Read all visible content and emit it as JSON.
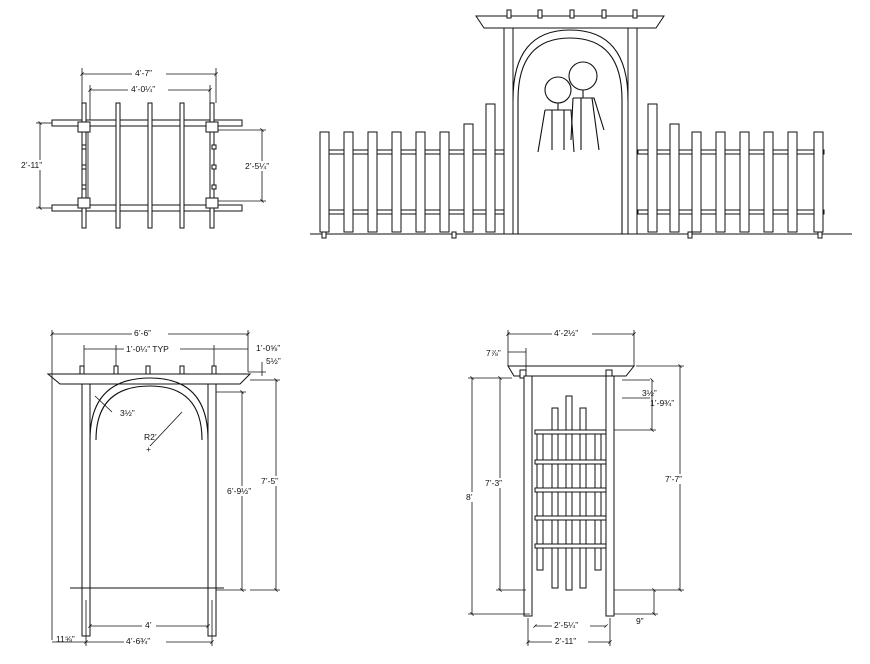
{
  "views": {
    "top_plan": {
      "dim_top_outer": "4’-7”",
      "dim_top_inner": "4’-0¼”",
      "dim_left": "2’-11”",
      "dim_right": "2’-5¼”"
    },
    "elevation_perspective": {},
    "front_elevation": {
      "dim_total_width": "6’-6”",
      "dim_rafter_spacing": "1’-0¼” TYP",
      "dim_overhang": "1’-0⅝”",
      "dim_rafter_height": "5½”",
      "dim_arch_width": "3½”",
      "dim_radius": "R2’",
      "dim_arch_height": "6’-9½”",
      "dim_total_height": "7’-5”",
      "dim_inner_span": "4’",
      "dim_post_span": "4’-6¾”",
      "dim_post_offset": "11⅝”"
    },
    "side_elevation": {
      "dim_top_width": "4’-2½”",
      "dim_overhang": "7⅞”",
      "dim_rafter_depth": "3½”",
      "dim_lattice_gap": "1’-9¾”",
      "dim_overall_height": "8’",
      "dim_post_height": "7’-3”",
      "dim_height_right": "7’-7”",
      "dim_bottom_offset": "9”",
      "dim_lattice_width": "2’-5¼”",
      "dim_post_span": "2’-11”"
    }
  }
}
